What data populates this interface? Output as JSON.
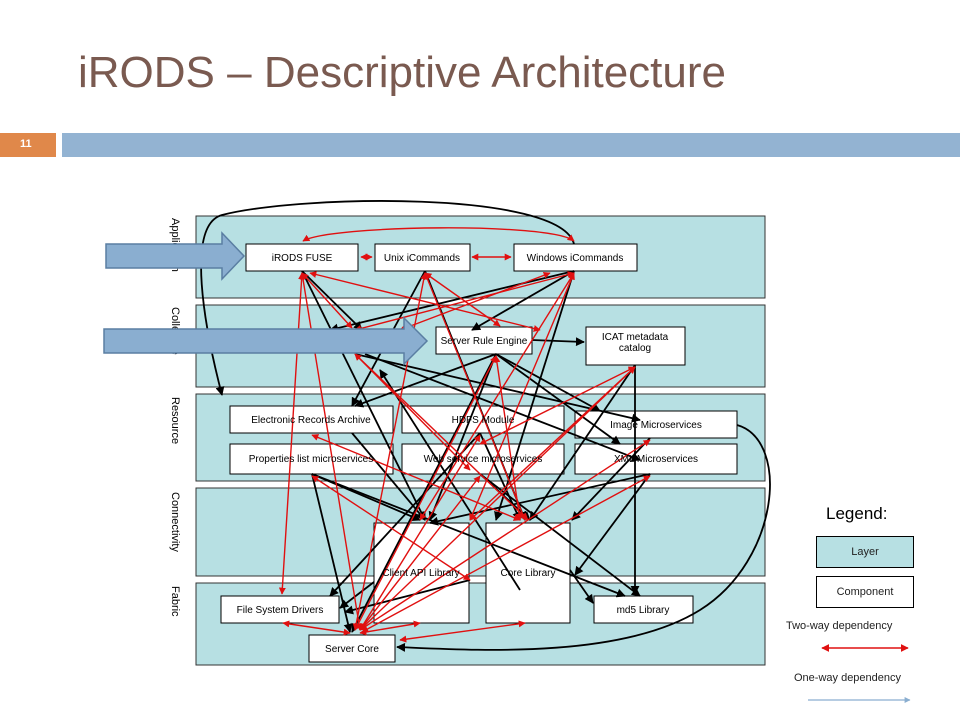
{
  "slide": {
    "title": "iRODS – Descriptive Architecture",
    "page_number": "11"
  },
  "layers": [
    {
      "id": "application",
      "label": "Application"
    },
    {
      "id": "collective",
      "label": "Collective"
    },
    {
      "id": "resource",
      "label": "Resource"
    },
    {
      "id": "connectivity",
      "label": "Connectivity"
    },
    {
      "id": "fabric",
      "label": "Fabric"
    }
  ],
  "components": [
    {
      "id": "irods-fuse",
      "label": "iRODS FUSE"
    },
    {
      "id": "unix-icommands",
      "label": "Unix iCommands"
    },
    {
      "id": "windows-icommands",
      "label": "Windows iCommands"
    },
    {
      "id": "server-rule-engine",
      "label": "Server Rule Engine"
    },
    {
      "id": "icat-catalog",
      "label": "ICAT metadata catalog"
    },
    {
      "id": "electronic-records",
      "label": "Electronic Records Archive"
    },
    {
      "id": "hdfs-module",
      "label": "HDFS Module"
    },
    {
      "id": "image-microservices",
      "label": "Image Microservices"
    },
    {
      "id": "properties-list",
      "label": "Properties list microservices"
    },
    {
      "id": "web-service",
      "label": "Web service microservices"
    },
    {
      "id": "xml-microservices",
      "label": "XML Microservices"
    },
    {
      "id": "client-api",
      "label": "Client API Library"
    },
    {
      "id": "core-library",
      "label": "Core Library"
    },
    {
      "id": "file-system-drivers",
      "label": "File System Drivers"
    },
    {
      "id": "md5-library",
      "label": "md5 Library"
    },
    {
      "id": "server-core",
      "label": "Server Core"
    }
  ],
  "legend": {
    "title": "Legend:",
    "layer": "Layer",
    "component": "Component",
    "two_way": "Two-way dependency",
    "one_way": "One-way dependency"
  },
  "colors": {
    "title": "#7a5a50",
    "accent_orange": "#e0884a",
    "accent_blue": "#93b3d2",
    "layer_fill": "#b7e0e3",
    "two_way": "#e01010",
    "one_way": "#000000",
    "arrow_overlay": "#8aaed0"
  }
}
